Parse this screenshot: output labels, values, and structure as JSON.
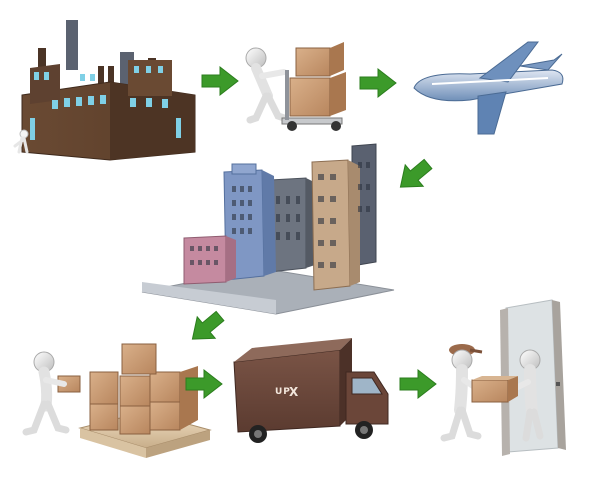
{
  "truck": {
    "logo_small": "UP",
    "logo_large": "X"
  },
  "flow": [
    "factory",
    "hand-truck-courier",
    "airplane",
    "city",
    "pallet-loader",
    "delivery-truck",
    "doorstep-handoff"
  ]
}
